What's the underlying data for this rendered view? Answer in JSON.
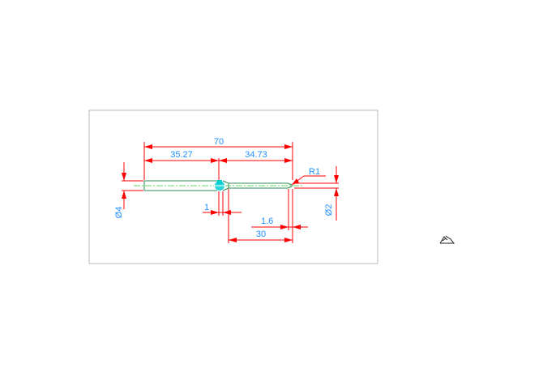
{
  "drawing": {
    "dimensions": {
      "overall_length": "70",
      "left_segment": "35.27",
      "right_segment": "34.73",
      "radius": "R1",
      "left_diameter": "Ø4",
      "right_diameter": "Ø2",
      "gap": "1",
      "tip_length": "1.6",
      "right_length": "30"
    },
    "colors": {
      "dimension_line": "#ff0000",
      "dimension_text": "#1e90ff",
      "part_outline": "#2e8b57",
      "center_line": "#32cd32",
      "grip_marker": "#00ced1",
      "frame": "#b8b8b8"
    },
    "icons": {
      "ucs": "ucs-icon",
      "grip": "grip-marker-icon"
    }
  }
}
